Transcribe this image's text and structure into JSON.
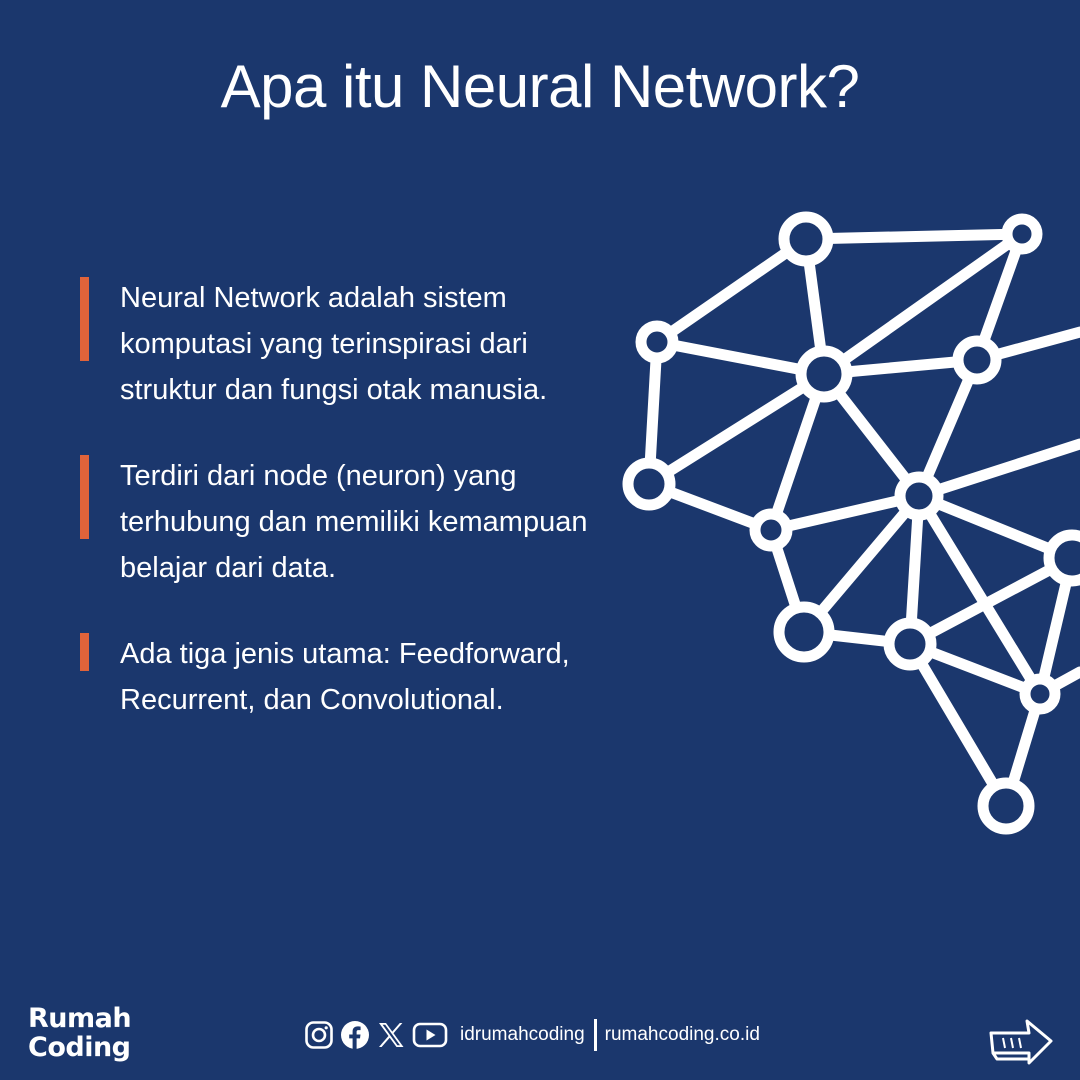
{
  "title": "Apa itu Neural Network?",
  "points": [
    {
      "text": "Neural Network adalah sistem\nkomputasi yang terinspirasi dari\nstruktur dan fungsi otak manusia."
    },
    {
      "text": "Terdiri dari node (neuron) yang\nterhubung dan memiliki kemampuan\nbelajar dari data."
    },
    {
      "text": "Ada tiga jenis utama: Feedforward,\nRecurrent, dan Convolutional."
    }
  ],
  "brand": {
    "line1": "Rumah",
    "line2": "Coding"
  },
  "footer": {
    "icons": [
      "instagram-icon",
      "facebook-icon",
      "x-icon",
      "youtube-icon"
    ],
    "handle": "idrumahcoding",
    "website": "rumahcoding.co.id"
  },
  "colors": {
    "background": "#1b376d",
    "accent": "#e0633a",
    "foreground": "#ffffff"
  }
}
